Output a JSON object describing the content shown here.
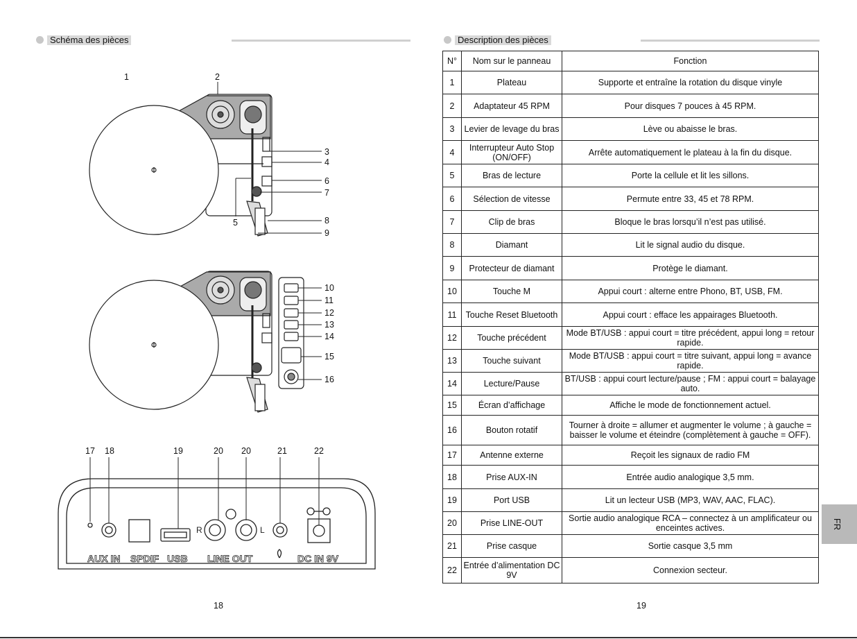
{
  "left_page": {
    "header": "Schéma des pièces",
    "diagram_top_labels": [
      "1",
      "2",
      "3",
      "4",
      "5",
      "6",
      "7",
      "8",
      "9"
    ],
    "diagram_mid_labels": [
      "10",
      "11",
      "12",
      "13",
      "14",
      "15",
      "16"
    ],
    "back_panel_numbers": [
      "17",
      "18",
      "19",
      "20",
      "20",
      "21",
      "22"
    ],
    "back_panel_text": {
      "aux": "AUX IN",
      "spdif": "SPDIF",
      "usb": "USB",
      "lineout": "LINE OUT",
      "dcin": "DC IN 9V",
      "r": "R",
      "l": "L"
    },
    "page_number": "18"
  },
  "right_page": {
    "header": "Description des pièces",
    "table": {
      "headers": [
        "N°",
        "Nom sur le panneau",
        "Fonction"
      ],
      "rows": [
        {
          "n": "1",
          "name": "Plateau",
          "func": "Supporte et entraîne la rotation du disque vinyle"
        },
        {
          "n": "2",
          "name": "Adaptateur 45 RPM",
          "func": "Pour disques 7 pouces à 45 RPM."
        },
        {
          "n": "3",
          "name": "Levier de levage du bras",
          "func": "Lève ou abaisse le bras."
        },
        {
          "n": "4",
          "name": "Interrupteur Auto Stop (ON/OFF)",
          "func": "Arrête automatiquement le plateau à la fin du disque."
        },
        {
          "n": "5",
          "name": "Bras de lecture",
          "func": "Porte la cellule et lit les sillons."
        },
        {
          "n": "6",
          "name": "Sélection de vitesse",
          "func": "Permute entre 33, 45 et 78 RPM."
        },
        {
          "n": "7",
          "name": "Clip de bras",
          "func": "Bloque le bras lorsqu’il n’est pas utilisé."
        },
        {
          "n": "8",
          "name": "Diamant",
          "func": "Lit le signal audio du disque."
        },
        {
          "n": "9",
          "name": "Protecteur de diamant",
          "func": "Protège le diamant."
        },
        {
          "n": "10",
          "name": "Touche M",
          "func": "Appui court : alterne entre Phono, BT, USB, FM."
        },
        {
          "n": "11",
          "name": "Touche Reset Bluetooth",
          "func": "Appui court : efface les appairages Bluetooth."
        },
        {
          "n": "12",
          "name": "Touche précédent",
          "func": "Mode BT/USB : appui court = titre précédent, appui long = retour rapide."
        },
        {
          "n": "13",
          "name": "Touche suivant",
          "func": "Mode BT/USB : appui court = titre suivant, appui long = avance rapide."
        },
        {
          "n": "14",
          "name": "Lecture/Pause",
          "func": "BT/USB : appui court lecture/pause ; FM : appui court = balayage auto."
        },
        {
          "n": "15",
          "name": "Écran d’affichage",
          "func": "Affiche le mode de fonctionnement actuel."
        },
        {
          "n": "16",
          "name": "Bouton rotatif",
          "func": "Tourner à droite = allumer et augmenter le volume ; à gauche = baisser le volume et éteindre (complètement à gauche = OFF)."
        },
        {
          "n": "17",
          "name": "Antenne externe",
          "func": "Reçoit les signaux de radio FM"
        },
        {
          "n": "18",
          "name": "Prise AUX-IN",
          "func": "Entrée audio analogique 3,5 mm."
        },
        {
          "n": "19",
          "name": "Port USB",
          "func": "Lit un lecteur USB (MP3, WAV, AAC, FLAC)."
        },
        {
          "n": "20",
          "name": "Prise LINE-OUT",
          "func": "Sortie audio analogique RCA – connectez à un amplificateur ou enceintes actives."
        },
        {
          "n": "21",
          "name": "Prise casque",
          "func": "Sortie casque 3,5 mm"
        },
        {
          "n": "22",
          "name": "Entrée d’alimentation DC 9V",
          "func": "Connexion secteur."
        }
      ]
    },
    "page_number": "19",
    "language_tab": "FR"
  }
}
